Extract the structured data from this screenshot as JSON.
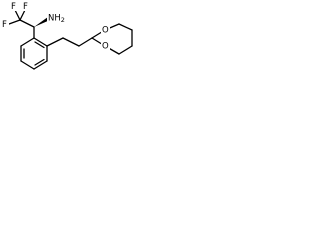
{
  "molecule": {
    "labels": {
      "fluorine_top_left": "F",
      "fluorine_top_right": "F",
      "fluorine_left": "F",
      "amine": "NH",
      "amine_subscript": "2",
      "dioxane_oxygen_upper": "O",
      "dioxane_oxygen_lower": "O"
    },
    "stereo_bond": "wedge"
  }
}
